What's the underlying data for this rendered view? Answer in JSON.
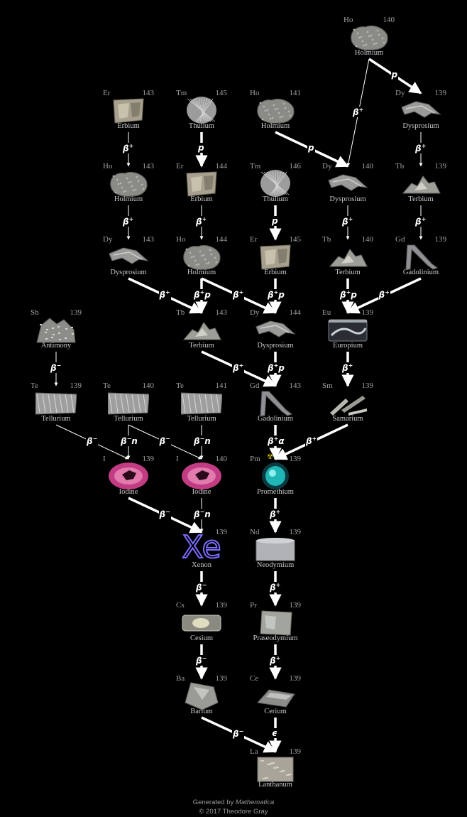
{
  "nodes": [
    {
      "id": "ho140a",
      "sym": "Ho",
      "num": "140",
      "name": "Holmium",
      "kind": "rock"
    },
    {
      "id": "er143",
      "sym": "Er",
      "num": "143",
      "name": "Erbium",
      "kind": "block"
    },
    {
      "id": "tm145",
      "sym": "Tm",
      "num": "145",
      "name": "Thulium",
      "kind": "wire"
    },
    {
      "id": "ho141",
      "sym": "Ho",
      "num": "141",
      "name": "Holmium",
      "kind": "rock"
    },
    {
      "id": "dy139",
      "sym": "Dy",
      "num": "139",
      "name": "Dysprosium",
      "kind": "shard"
    },
    {
      "id": "ho143",
      "sym": "Ho",
      "num": "143",
      "name": "Holmium",
      "kind": "rock"
    },
    {
      "id": "er144",
      "sym": "Er",
      "num": "144",
      "name": "Erbium",
      "kind": "block"
    },
    {
      "id": "tm146",
      "sym": "Tm",
      "num": "146",
      "name": "Thulium",
      "kind": "wire"
    },
    {
      "id": "dy140",
      "sym": "Dy",
      "num": "140",
      "name": "Dysprosium",
      "kind": "shard"
    },
    {
      "id": "tb139",
      "sym": "Tb",
      "num": "139",
      "name": "Terbium",
      "kind": "pile"
    },
    {
      "id": "dy143",
      "sym": "Dy",
      "num": "143",
      "name": "Dysprosium",
      "kind": "shard"
    },
    {
      "id": "ho144",
      "sym": "Ho",
      "num": "144",
      "name": "Holmium",
      "kind": "rock"
    },
    {
      "id": "er145",
      "sym": "Er",
      "num": "145",
      "name": "Erbium",
      "kind": "block"
    },
    {
      "id": "tb140",
      "sym": "Tb",
      "num": "140",
      "name": "Terbium",
      "kind": "pile"
    },
    {
      "id": "gd139",
      "sym": "Gd",
      "num": "139",
      "name": "Gadolinium",
      "kind": "hook"
    },
    {
      "id": "sb139",
      "sym": "Sb",
      "num": "139",
      "name": "Antimony",
      "kind": "crystal"
    },
    {
      "id": "tb143",
      "sym": "Tb",
      "num": "143",
      "name": "Terbium",
      "kind": "pile"
    },
    {
      "id": "dy144",
      "sym": "Dy",
      "num": "144",
      "name": "Dysprosium",
      "kind": "shard"
    },
    {
      "id": "eu139",
      "sym": "Eu",
      "num": "139",
      "name": "Europium",
      "kind": "jar"
    },
    {
      "id": "te139",
      "sym": "Te",
      "num": "139",
      "name": "Tellurium",
      "kind": "bar"
    },
    {
      "id": "te140",
      "sym": "Te",
      "num": "140",
      "name": "Tellurium",
      "kind": "bar"
    },
    {
      "id": "te141",
      "sym": "Te",
      "num": "141",
      "name": "Tellurium",
      "kind": "bar"
    },
    {
      "id": "gd143",
      "sym": "Gd",
      "num": "143",
      "name": "Gadolinium",
      "kind": "hook"
    },
    {
      "id": "sm139",
      "sym": "Sm",
      "num": "139",
      "name": "Samarium",
      "kind": "flakes"
    },
    {
      "id": "i139",
      "sym": "I",
      "num": "139",
      "name": "Iodine",
      "kind": "iodine"
    },
    {
      "id": "i140",
      "sym": "I",
      "num": "140",
      "name": "Iodine",
      "kind": "iodine"
    },
    {
      "id": "pm139",
      "sym": "Pm",
      "num": "139",
      "name": "Promethium",
      "kind": "glow"
    },
    {
      "id": "xe139",
      "sym": "",
      "num": "139",
      "name": "Xenon",
      "kind": "xenon"
    },
    {
      "id": "nd139",
      "sym": "Nd",
      "num": "139",
      "name": "Neodymium",
      "kind": "cylinder"
    },
    {
      "id": "cs139",
      "sym": "Cs",
      "num": "139",
      "name": "Cesium",
      "kind": "ampoule"
    },
    {
      "id": "pr139",
      "sym": "Pr",
      "num": "139",
      "name": "Praseodymium",
      "kind": "cube"
    },
    {
      "id": "ba139",
      "sym": "Ba",
      "num": "139",
      "name": "Barium",
      "kind": "chunk"
    },
    {
      "id": "ce139",
      "sym": "Ce",
      "num": "139",
      "name": "Cerium",
      "kind": "slab"
    },
    {
      "id": "la139",
      "sym": "La",
      "num": "139",
      "name": "Lanthanum",
      "kind": "square"
    }
  ],
  "edges": [
    {
      "from": "ho140a",
      "to": "dy139",
      "label": "p",
      "style": "thick"
    },
    {
      "from": "ho140a",
      "to": "dy140",
      "label": "β+",
      "style": "thin"
    },
    {
      "from": "ho141",
      "to": "dy140",
      "label": "p",
      "style": "thick"
    },
    {
      "from": "er143",
      "to": "ho143",
      "label": "β+",
      "style": "thin"
    },
    {
      "from": "tm145",
      "to": "er144",
      "label": "p",
      "style": "thick"
    },
    {
      "from": "dy139",
      "to": "tb139",
      "label": "β+",
      "style": "thin"
    },
    {
      "from": "ho143",
      "to": "dy143",
      "label": "β+",
      "style": "thin"
    },
    {
      "from": "er144",
      "to": "ho144",
      "label": "β+",
      "style": "thin"
    },
    {
      "from": "tm146",
      "to": "er145",
      "label": "p",
      "style": "thick"
    },
    {
      "from": "dy140",
      "to": "tb140",
      "label": "β+",
      "style": "thin"
    },
    {
      "from": "tb139",
      "to": "gd139",
      "label": "β+",
      "style": "thin"
    },
    {
      "from": "dy143",
      "to": "tb143",
      "label": "β+",
      "style": "thick"
    },
    {
      "from": "ho144",
      "to": "tb143",
      "label": "β+p",
      "style": "thick"
    },
    {
      "from": "ho144",
      "to": "dy144",
      "label": "β+",
      "style": "thick"
    },
    {
      "from": "er145",
      "to": "dy144",
      "label": "β+p",
      "style": "thick"
    },
    {
      "from": "tb140",
      "to": "eu139",
      "label": "β+p",
      "style": "thick"
    },
    {
      "from": "gd139",
      "to": "eu139",
      "label": "β+",
      "style": "thick"
    },
    {
      "from": "sb139",
      "to": "te139",
      "label": "β−",
      "style": "thin"
    },
    {
      "from": "tb143",
      "to": "gd143",
      "label": "β+",
      "style": "thick"
    },
    {
      "from": "dy144",
      "to": "gd143",
      "label": "β+p",
      "style": "thick"
    },
    {
      "from": "eu139",
      "to": "sm139",
      "label": "β+",
      "style": "thick"
    },
    {
      "from": "te139",
      "to": "i139",
      "label": "β−",
      "style": "thin"
    },
    {
      "from": "te140",
      "to": "i139",
      "label": "β−n",
      "style": "thin"
    },
    {
      "from": "te140",
      "to": "i140",
      "label": "β−",
      "style": "thin"
    },
    {
      "from": "te141",
      "to": "i140",
      "label": "β−n",
      "style": "thin"
    },
    {
      "from": "gd143",
      "to": "pm139",
      "label": "β+α",
      "style": "thick"
    },
    {
      "from": "sm139",
      "to": "pm139",
      "label": "β+",
      "style": "thick"
    },
    {
      "from": "i139",
      "to": "xe139",
      "label": "β−",
      "style": "thick"
    },
    {
      "from": "i140",
      "to": "xe139",
      "label": "β−n",
      "style": "thin"
    },
    {
      "from": "pm139",
      "to": "nd139",
      "label": "β+",
      "style": "thick"
    },
    {
      "from": "xe139",
      "to": "cs139",
      "label": "β−",
      "style": "thick"
    },
    {
      "from": "nd139",
      "to": "pr139",
      "label": "β+",
      "style": "thick"
    },
    {
      "from": "cs139",
      "to": "ba139",
      "label": "β−",
      "style": "thick"
    },
    {
      "from": "pr139",
      "to": "ce139",
      "label": "β+",
      "style": "thick"
    },
    {
      "from": "ba139",
      "to": "la139",
      "label": "β−",
      "style": "thick"
    },
    {
      "from": "ce139",
      "to": "la139",
      "label": "ϵ",
      "style": "thick"
    }
  ],
  "xenon_glyph": "Xe",
  "radioactive_icon": "radioactive-icon",
  "footer": {
    "line1_prefix": "Generated by ",
    "line1_app": "Mathematica",
    "line2": "© 2017 Theodore Gray"
  },
  "colors": {
    "background": "#000000",
    "label": "#a0a0a0",
    "arrow": "#ffffff",
    "iodine": "#d0408c",
    "xenon": "#7a6cff",
    "promethium": "#22c6c6"
  }
}
